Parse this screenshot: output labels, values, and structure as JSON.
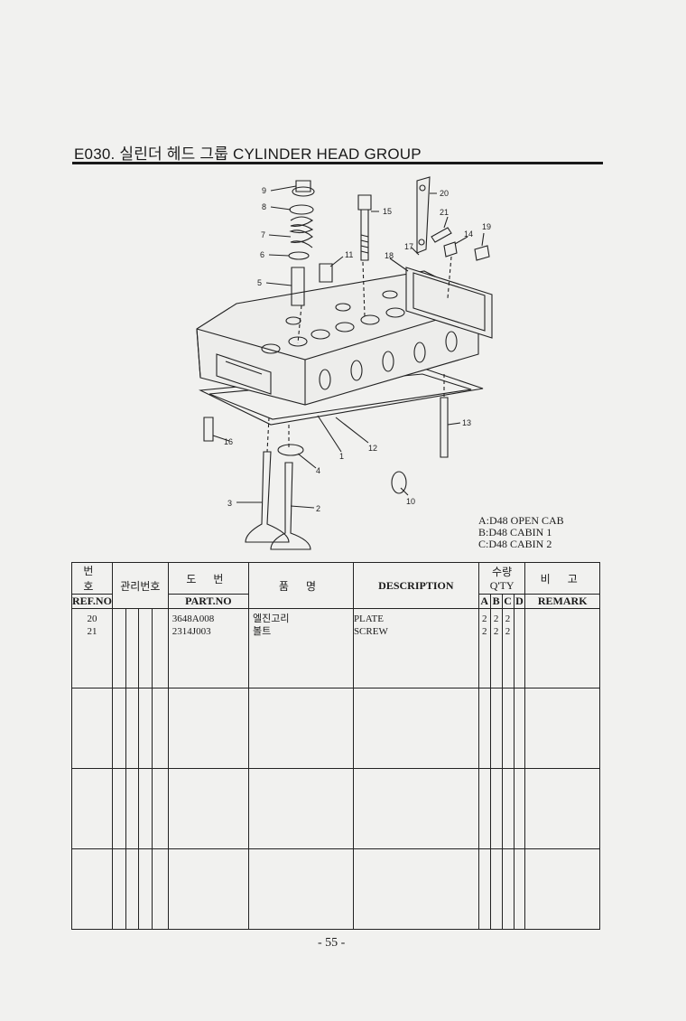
{
  "header": {
    "title": "E030. 실린더 헤드 그룹 CYLINDER HEAD GROUP"
  },
  "diagram": {
    "callouts": [
      "9",
      "8",
      "7",
      "6",
      "5",
      "11",
      "15",
      "20",
      "21",
      "19",
      "14",
      "17",
      "18",
      "13",
      "12",
      "1",
      "4",
      "16",
      "3",
      "2",
      "10"
    ]
  },
  "legend": [
    "A:D48 OPEN CAB",
    "B:D48 CABIN 1",
    "C:D48 CABIN 2"
  ],
  "table": {
    "headers": {
      "ref_ko": "번 호",
      "ref_en": "REF.NO",
      "mgmt": "관리번호",
      "part_ko": "도 번",
      "part_en": "PART.NO",
      "name_ko": "품 명",
      "description": "DESCRIPTION",
      "qty_ko": "수량 Q'TY",
      "qty_cols": [
        "A",
        "B",
        "C",
        "D"
      ],
      "remark_ko": "비 고",
      "remark_en": "REMARK"
    },
    "rows": [
      {
        "ref": "20",
        "part_no": "3648A008",
        "name_ko": "엘진고리",
        "description": "PLATE",
        "a": "2",
        "b": "2",
        "c": "2",
        "d": ""
      },
      {
        "ref": "21",
        "part_no": "2314J003",
        "name_ko": "볼트",
        "description": "SCREW",
        "a": "2",
        "b": "2",
        "c": "2",
        "d": ""
      }
    ]
  },
  "footer": {
    "page": "- 55 -"
  }
}
